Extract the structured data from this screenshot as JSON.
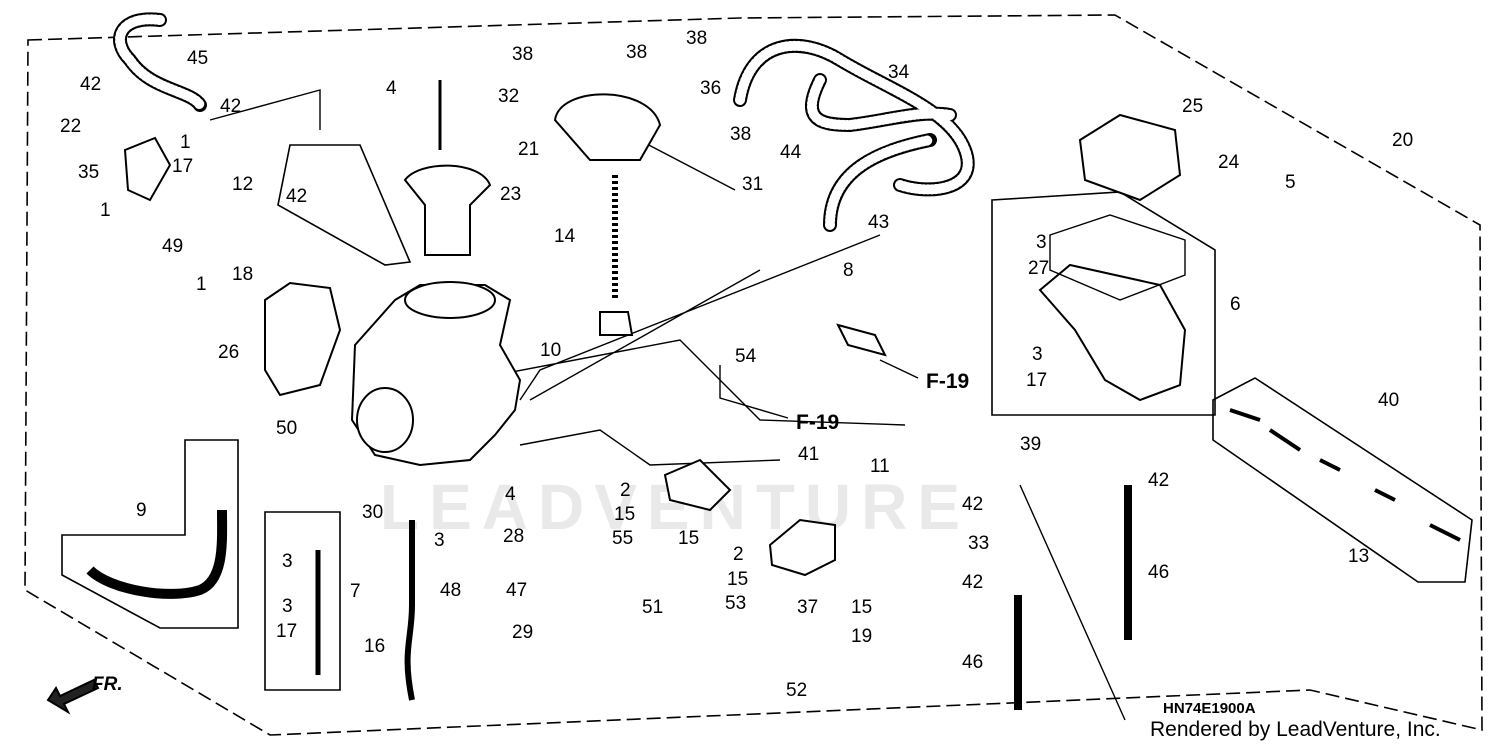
{
  "diagram": {
    "code": "HN74E1900A",
    "credit": "Rendered by LeadVenture, Inc.",
    "watermark": "LEADVENTURE",
    "direction_label": "FR.",
    "refs": [
      "F-19",
      "F-19"
    ],
    "callouts": [
      "45",
      "42",
      "42",
      "22",
      "1",
      "17",
      "35",
      "1",
      "49",
      "1",
      "12",
      "42",
      "18",
      "26",
      "4",
      "23",
      "38",
      "38",
      "38",
      "32",
      "36",
      "21",
      "38",
      "31",
      "14",
      "10",
      "34",
      "44",
      "43",
      "25",
      "24",
      "5",
      "20",
      "3",
      "27",
      "6",
      "3",
      "17",
      "8",
      "54",
      "11",
      "40",
      "39",
      "42",
      "13",
      "9",
      "50",
      "30",
      "4",
      "3",
      "28",
      "48",
      "47",
      "29",
      "3",
      "7",
      "3",
      "17",
      "16",
      "2",
      "15",
      "55",
      "15",
      "51",
      "41",
      "2",
      "15",
      "53",
      "37",
      "15",
      "19",
      "52",
      "42",
      "33",
      "42",
      "46",
      "46"
    ]
  },
  "colors": {
    "ink": "#000000",
    "paper": "#ffffff",
    "watermark": "#e9e9e9"
  }
}
